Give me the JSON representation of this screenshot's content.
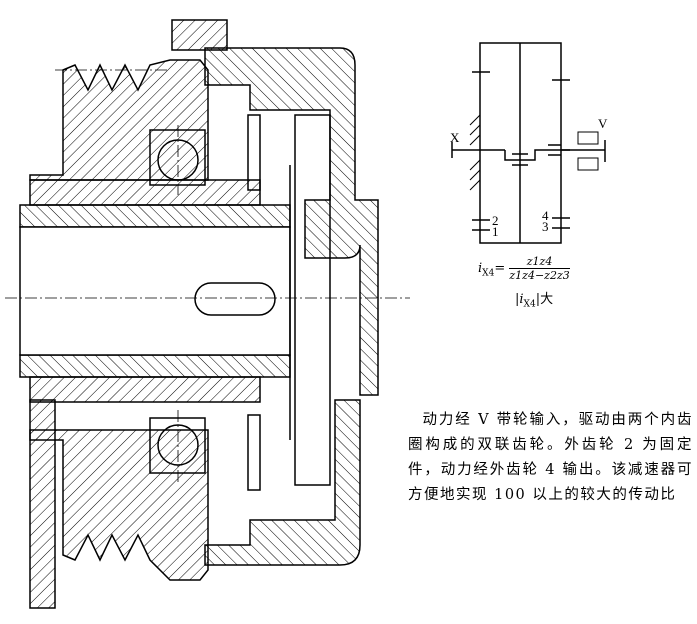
{
  "schematic": {
    "labels": {
      "input": "X",
      "output": "V",
      "gear1": "1",
      "gear2": "2",
      "gear3": "3",
      "gear4": "4"
    },
    "formula": {
      "lhs": "i",
      "lhs_sub": "X4",
      "eq": "=",
      "numerator": "z1z4",
      "denominator": "z1z4−z2z3"
    },
    "magnitude": {
      "text": "|i",
      "sub": "X4",
      "suffix": "|大"
    }
  },
  "caption": {
    "text": "动力经 V 带轮输入，驱动由两个内齿圈构成的双联齿轮。外齿轮 2 为固定件，动力经外齿轮 4 输出。该减速器可方便地实现 100 以上的较大的传动比"
  },
  "drawing": {
    "title": "cross-section-of-reducer"
  }
}
